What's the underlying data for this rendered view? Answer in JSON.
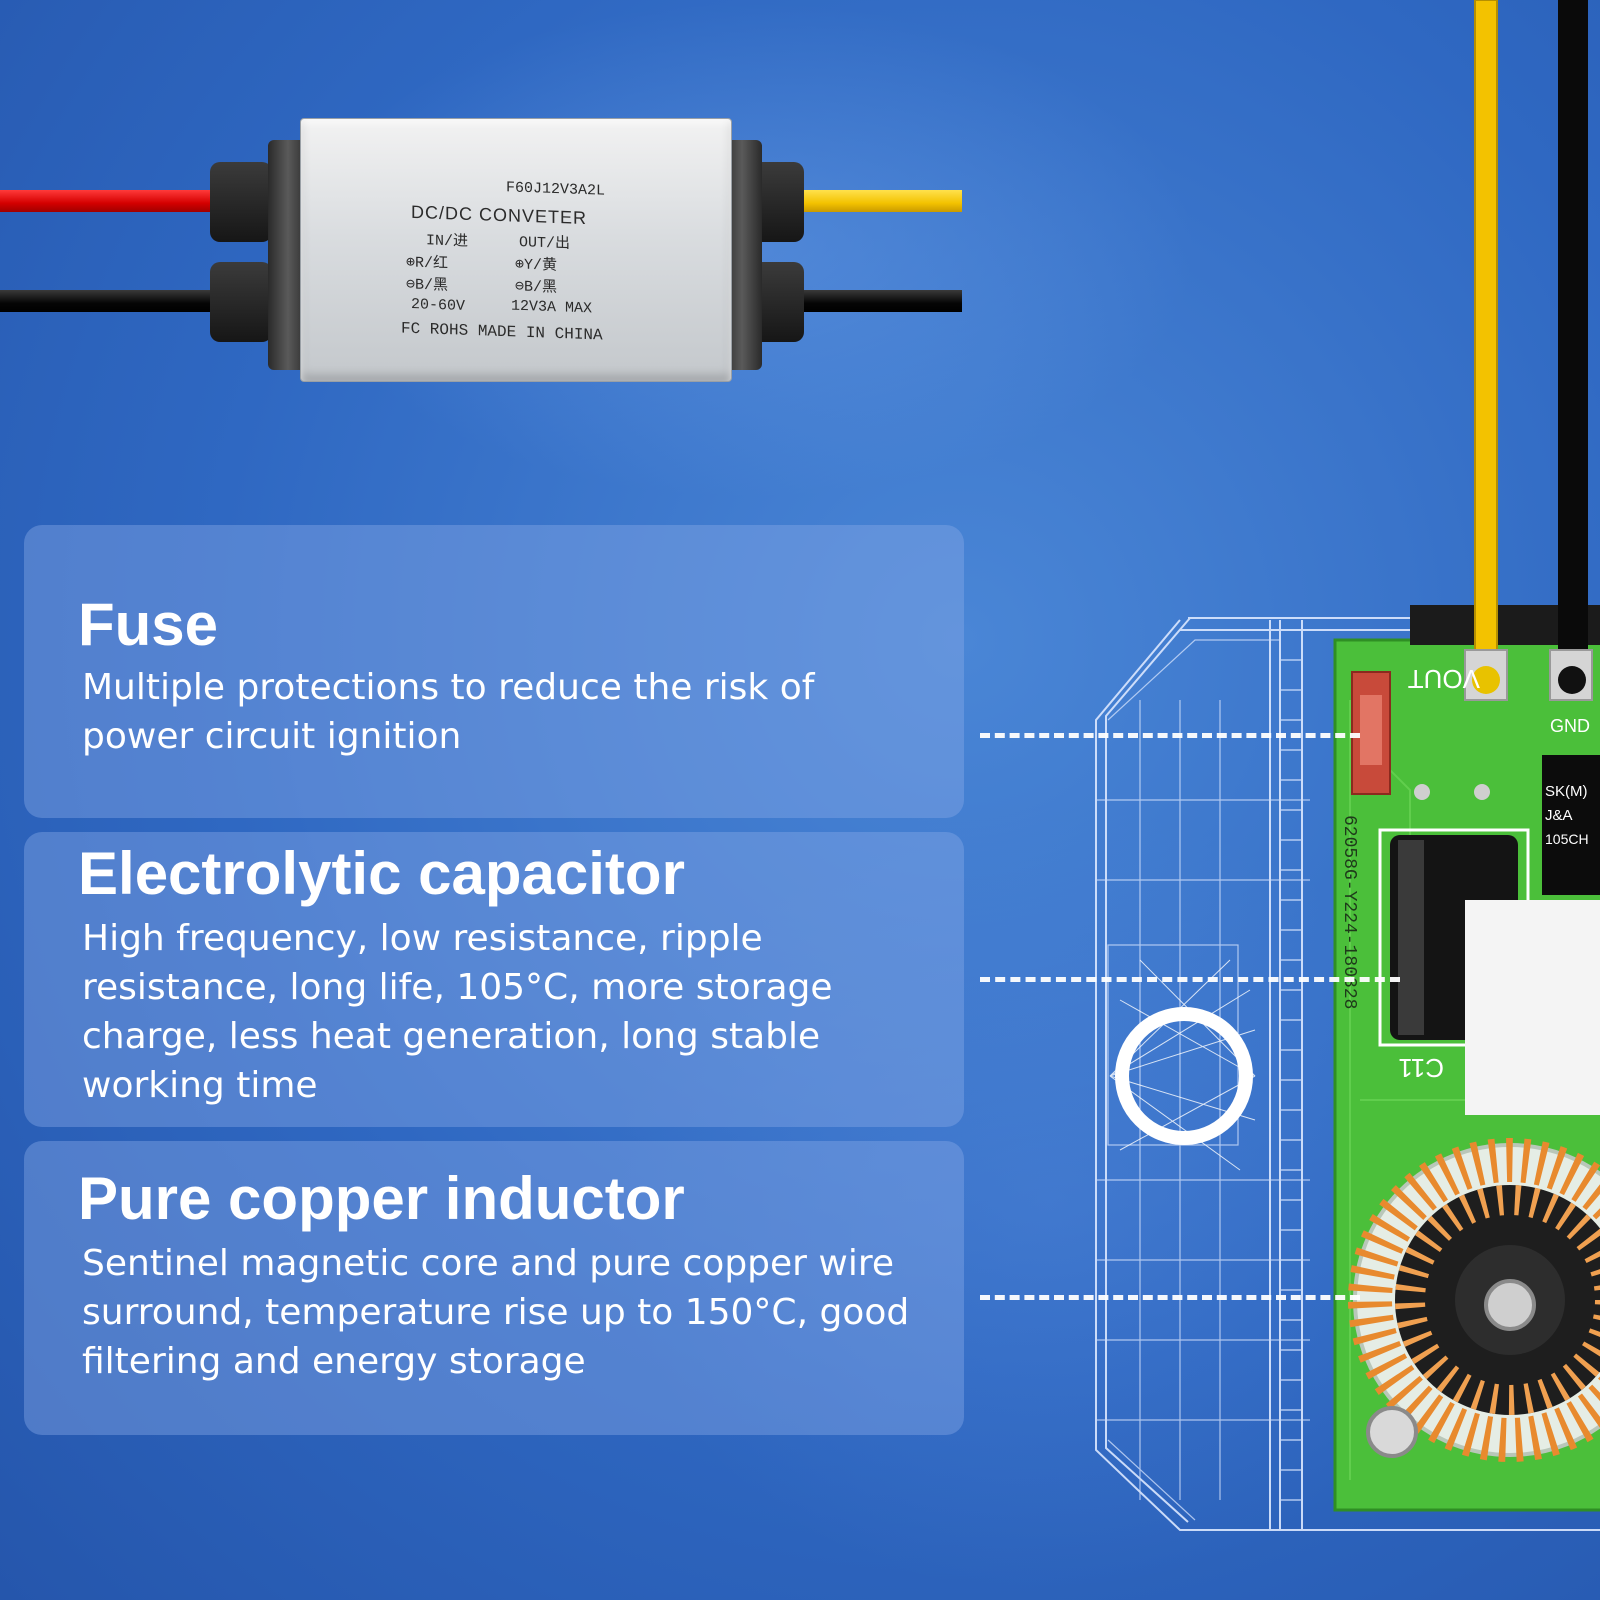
{
  "product": {
    "model": "F60J12V3A2L",
    "name": "DC/DC CONVETER",
    "in_label": "IN/进",
    "in_pos": "⊕R/红",
    "in_neg": "⊖B/黑",
    "in_range": "20-60V",
    "out_label": "OUT/出",
    "out_pos": "⊕Y/黄",
    "out_neg": "⊖B/黑",
    "out_rating": "12V3A MAX",
    "footer": "FC ROHS MADE IN CHINA"
  },
  "features": [
    {
      "title": "Fuse",
      "description": "Multiple protections to reduce the risk of power circuit ignition"
    },
    {
      "title": "Electrolytic capacitor",
      "description": "High frequency, low resistance, ripple resistance, long life, 105°C, more storage charge, less heat generation, long stable working time"
    },
    {
      "title": "Pure copper inductor",
      "description": "Sentinel magnetic core and pure copper wire surround, temperature rise up to 150°C, good filtering and energy storage"
    }
  ],
  "board": {
    "vout_label": "VOUT",
    "gnd_label": "GND",
    "pcb_code": "62058G-Y224-180328",
    "cap_ref": "C11",
    "chip_line1": "SK(M)",
    "chip_line2": "J&A",
    "chip_line3": "105CH"
  },
  "colors": {
    "background": "#2f68c2",
    "card": "#87aae6",
    "pcb": "#4bbf3a",
    "wire_red": "#e00000",
    "wire_yellow": "#f3c200",
    "copper": "#e88a2e"
  }
}
